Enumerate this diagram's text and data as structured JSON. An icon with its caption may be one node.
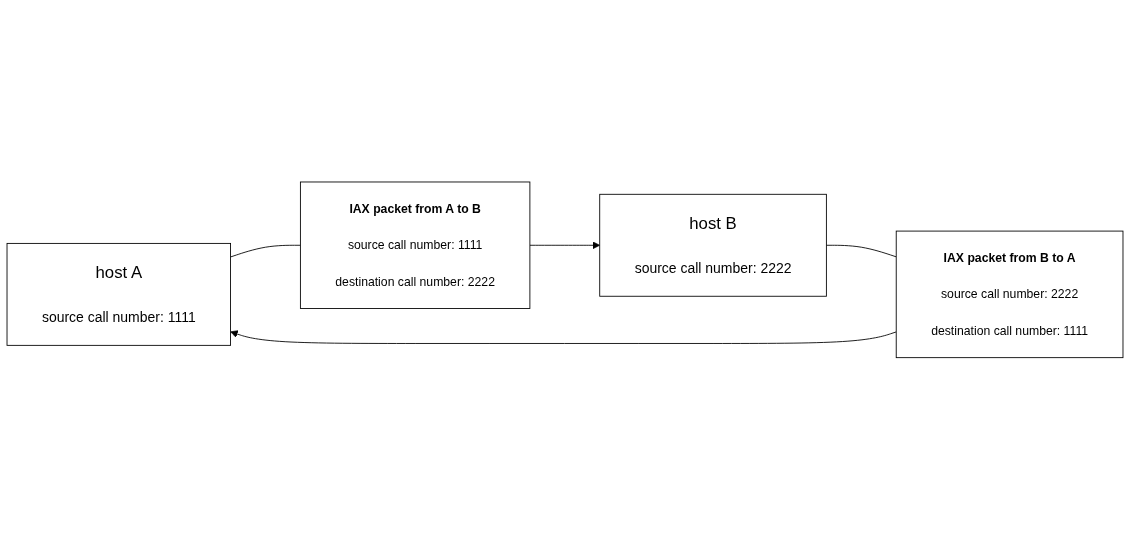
{
  "diagram": {
    "nodes": [
      {
        "text": [
          "host A",
          "source call number: 1111"
        ]
      },
      {
        "text": [
          "IAX packet from A to B",
          "source call number: 1111",
          "destination call number: 2222"
        ]
      },
      {
        "text": [
          "host B",
          "source call number: 2222"
        ]
      },
      {
        "text": [
          "IAX packet from B to A",
          "source call number: 2222",
          "destination call number: 1111"
        ]
      }
    ],
    "edges": [
      {
        "from": 0,
        "to": 1,
        "arrow": "none"
      },
      {
        "from": 1,
        "to": 2,
        "arrow": "to"
      },
      {
        "from": 2,
        "to": 3,
        "arrow": "none"
      },
      {
        "from": 3,
        "to": 0,
        "arrow": "to"
      }
    ]
  }
}
